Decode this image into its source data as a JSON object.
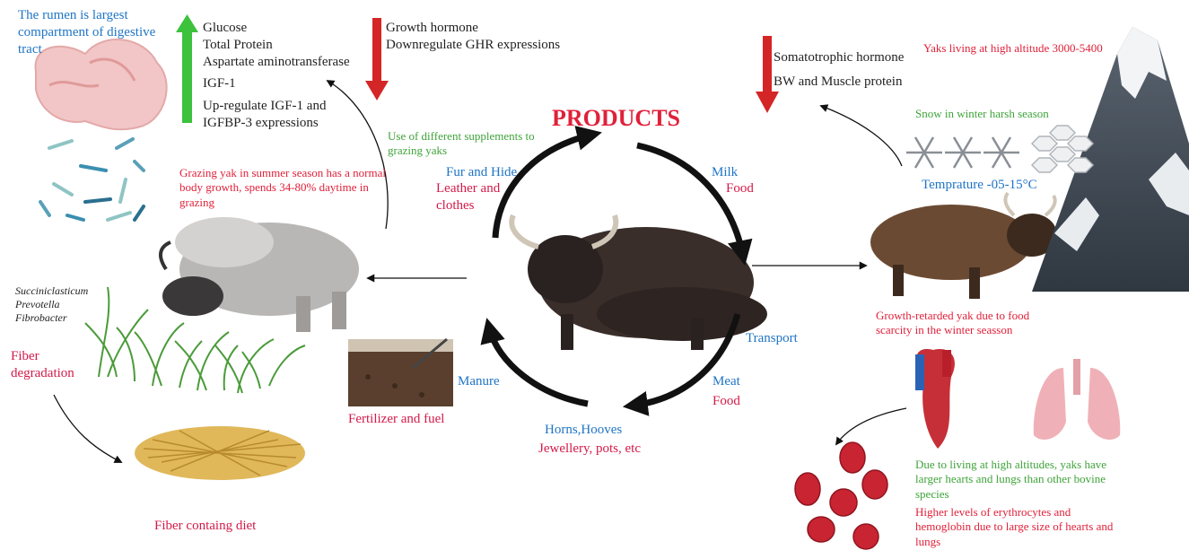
{
  "colors": {
    "blue": "#1f74c4",
    "red": "#e0213a",
    "crimson": "#d31a48",
    "green": "#3fa33a",
    "up_arrow": "#3cc23c",
    "down_arrow": "#d42626"
  },
  "rumen_text": "The rumen is largest compartment of digestive tract",
  "up_list": [
    "Glucose",
    "Total Protein",
    "Aspartate aminotransferase",
    "IGF-1",
    "Up-regulate IGF-1 and",
    "IGFBP-3 expressions"
  ],
  "down_list": [
    "Growth hormone",
    "Downregulate GHR expressions"
  ],
  "supplements_text": "Use of different supplements to grazing yaks",
  "summer_text": "Grazing yak in summer season has a normal body growth, spends 34-80% daytime in grazing",
  "bacteria": [
    "Succiniclasticum",
    "Prevotella",
    "Fibrobacter"
  ],
  "fiber_degradation": "Fiber degradation",
  "fiber_diet": "Fiber containg diet",
  "fertilizer": "Fertilizer and fuel",
  "products_title": "PRODUCTS",
  "fur_hide": "Fur and Hide",
  "leather": "Leather and clothes",
  "milk": "Milk",
  "food1": "Food",
  "transport": "Transport",
  "meat": "Meat",
  "food2": "Food",
  "manure": "Manure",
  "horns": "Horns,Hooves",
  "jewellery": "Jewellery, pots, etc",
  "right_down_list": [
    "Somatotrophic hormone",
    "BW and Muscle protein"
  ],
  "altitude_text": "Yaks living at high altitude 3000-5400",
  "snow_text": "Snow in winter harsh season",
  "temperature_text": "Temprature -05-15°C",
  "growth_retarded": "Growth-retarded yak due to food scarcity  in the winter seasson",
  "hearts_lungs_text": "Due to living at high altitudes, yaks have larger hearts and lungs than other bovine species",
  "erythrocytes_text": "Higher levels of erythrocytes and hemoglobin due to large size of hearts and lungs"
}
